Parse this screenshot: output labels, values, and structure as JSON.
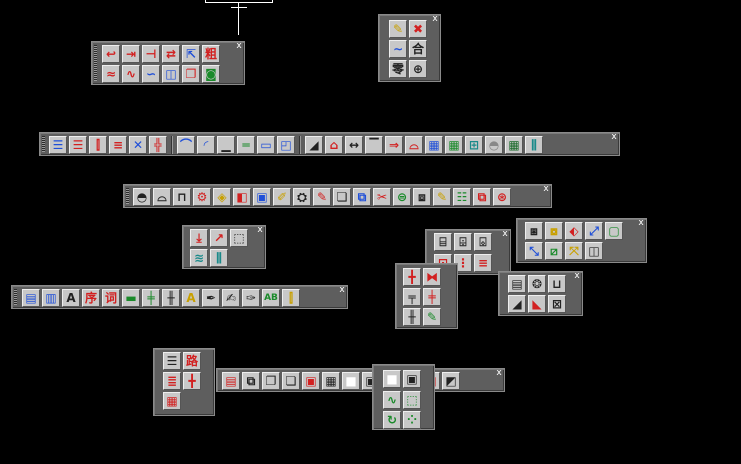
{
  "window": {
    "background": "#000000"
  },
  "close_glyph": "x",
  "text_glyphs": {
    "thick": "粗",
    "merge": "合",
    "zero": "零",
    "road": "路",
    "order": "序",
    "word": "词",
    "ab": "AB"
  },
  "palette": {
    "blue": "#1f4fd8",
    "red": "#d22020",
    "green": "#1a8a2a",
    "yellow": "#e8d020",
    "cyan": "#27a6c9"
  }
}
